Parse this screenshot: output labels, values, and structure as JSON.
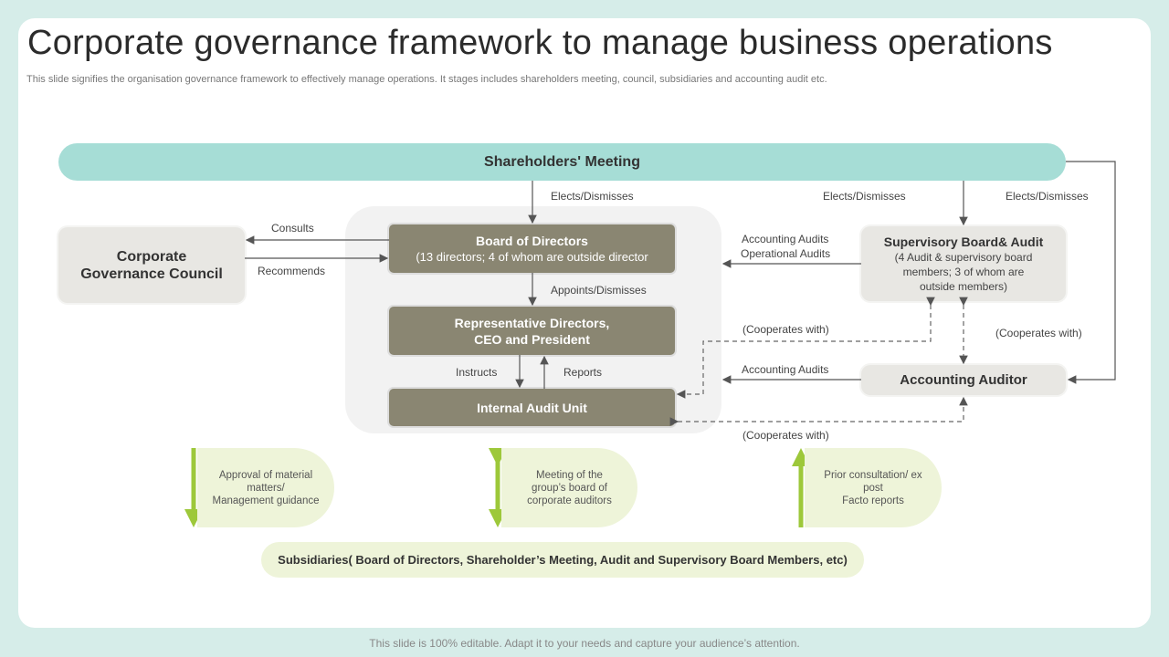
{
  "title": "Corporate governance framework to manage business operations",
  "subtitle": "This slide signifies the organisation governance framework to effectively  manage operations. It stages includes shareholders meeting, council, subsidiaries and accounting audit etc.",
  "nodes": {
    "shareholders": "Shareholders' Meeting",
    "council": [
      "Corporate",
      "Governance Council"
    ],
    "board": {
      "title": "Board of Directors",
      "detail": "(13 directors; 4 of whom are outside director"
    },
    "rep": [
      "Representative Directors,",
      "CEO and President"
    ],
    "internal": "Internal Audit Unit",
    "supervisory": {
      "title": "Supervisory Board& Audit",
      "detail": [
        "(4 Audit & supervisory board",
        "members;  3 of whom are",
        "outside members)"
      ]
    },
    "auditor": "Accounting Auditor"
  },
  "labels": {
    "elects1": "Elects/Dismisses",
    "elects2": "Elects/Dismisses",
    "elects3": "Elects/Dismisses",
    "consults": "Consults",
    "recommends": "Recommends",
    "appoints": "Appoints/Dismisses",
    "instructs": "Instructs",
    "reports": "Reports",
    "acc_audits1": "Accounting Audits",
    "op_audits": "Operational Audits",
    "acc_audits2": "Accounting Audits",
    "coop1": "(Cooperates  with)",
    "coop2": "(Cooperates  with)",
    "coop3": "(Cooperates  with)"
  },
  "pills": [
    [
      "Approval  of material",
      "matters/",
      "Management guidance"
    ],
    [
      "Meeting of the",
      "group’s board of",
      "corporate auditors"
    ],
    [
      "Prior consultation/ ex",
      "post",
      "Facto reports"
    ]
  ],
  "subsidiaries": "Subsidiaries( Board of Directors,  Shareholder’s Meeting, Audit and Supervisory Board Members, etc)",
  "footer": "This slide is 100% editable. Adapt it to your needs and capture your audience’s attention.",
  "colors": {
    "teal": "#a6ddd6",
    "dark": "#8a8672",
    "green": "#9dc83a",
    "pale": "#eef4d9"
  }
}
